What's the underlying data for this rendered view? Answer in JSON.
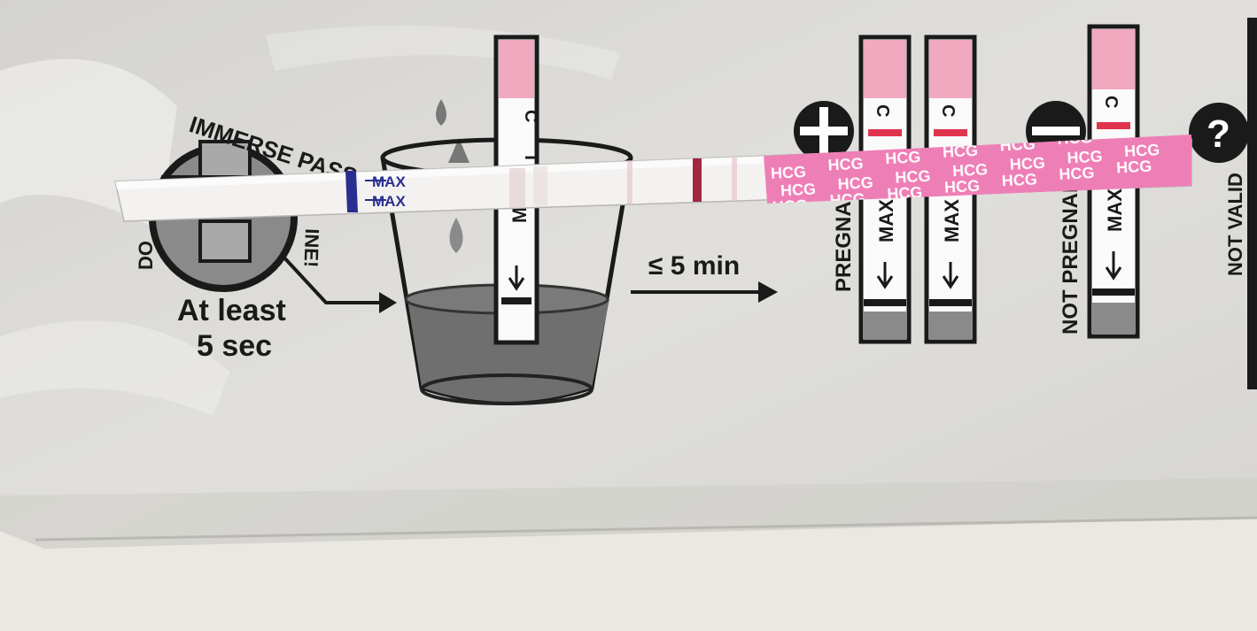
{
  "instructions": {
    "immerse_arc_left": "DO",
    "immerse_arc_top": "IMMERSE PASS THE M",
    "immerse_arc_right": "INE!",
    "duration_line1": "At least",
    "duration_line2": "5 sec",
    "wait_label": "≤ 5 min",
    "dip_strip_max": "MAX"
  },
  "results": {
    "positive_label": "PREGNANT",
    "negative_label": "NOT PREGNANT",
    "invalid_label": "NOT VALID",
    "control_letter": "C",
    "test_letter": "T",
    "max_label": "MAX",
    "invalid_symbol": "?"
  },
  "test_strip": {
    "max_line1": "MAX",
    "max_line2": "MAX",
    "brand_text": "HCG"
  },
  "colors": {
    "packet": "#dcdbd7",
    "ink": "#1a1a1a",
    "pink_window": "#f0a9bf",
    "control_red": "#e0344e",
    "strip_pink": "#ee7fb6",
    "strip_blue": "#2a2f8f",
    "test_line": "#a02840",
    "liquid": "#6f6f6f"
  }
}
